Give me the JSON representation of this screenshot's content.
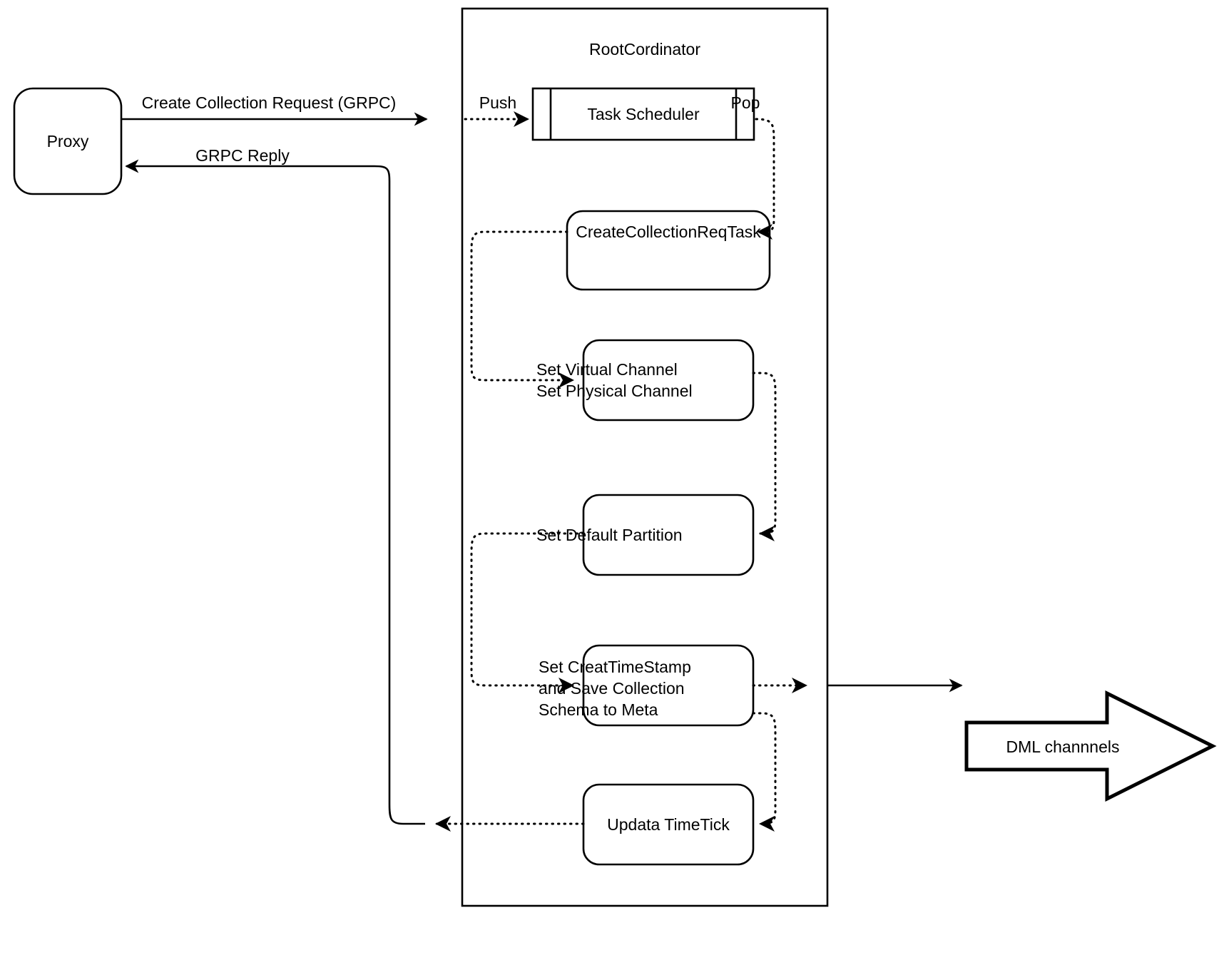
{
  "diagram": {
    "type": "flowchart",
    "title_visible": false,
    "colors": {
      "stroke": "#000000",
      "fill": "#ffffff",
      "text": "#000000"
    },
    "containers": [
      {
        "id": "rootcordinator",
        "label": "RootCordinator",
        "shape": "rectangle"
      }
    ],
    "nodes": [
      {
        "id": "proxy",
        "label": "Proxy",
        "shape": "rounded-rect"
      },
      {
        "id": "task-scheduler",
        "label": "Task Scheduler",
        "shape": "process"
      },
      {
        "id": "create-collection-req-task",
        "label": "CreateCollectionReqTask",
        "shape": "rounded-rect"
      },
      {
        "id": "set-channels",
        "label_line1": "Set Virtual Channel",
        "label_line2": "Set Physical Channel",
        "shape": "rounded-rect"
      },
      {
        "id": "set-default-partition",
        "label": "Set Default Partition",
        "shape": "rounded-rect"
      },
      {
        "id": "set-timestamp",
        "label_line1": "Set CreatTimeStamp",
        "label_line2": "and Save Collection",
        "label_line3": "Schema to Meta",
        "shape": "rounded-rect"
      },
      {
        "id": "updata-timetick",
        "label": "Updata TimeTick",
        "shape": "rounded-rect"
      },
      {
        "id": "dml-channels",
        "label": "DML channnels",
        "shape": "block-arrow-right"
      }
    ],
    "edges": [
      {
        "id": "e-request",
        "label": "Create Collection Request (GRPC)",
        "style": "solid",
        "from": "proxy",
        "to": "rootcordinator"
      },
      {
        "id": "e-push",
        "label": "Push",
        "style": "dotted",
        "from": "rootcordinator-boundary",
        "to": "task-scheduler"
      },
      {
        "id": "e-pop",
        "label": "Pop",
        "style": "dotted",
        "from": "task-scheduler",
        "to": "create-collection-req-task"
      },
      {
        "id": "e-task-to-channels",
        "label": "",
        "style": "dotted",
        "from": "create-collection-req-task",
        "to": "set-channels"
      },
      {
        "id": "e-channels-to-partition",
        "label": "",
        "style": "dotted",
        "from": "set-channels",
        "to": "set-default-partition"
      },
      {
        "id": "e-partition-to-timestamp",
        "label": "",
        "style": "dotted",
        "from": "set-default-partition",
        "to": "set-timestamp"
      },
      {
        "id": "e-timestamp-to-dml",
        "label": "",
        "style": "solid",
        "from": "set-timestamp",
        "to": "dml-channels"
      },
      {
        "id": "e-timestamp-to-timetick",
        "label": "",
        "style": "dotted",
        "from": "set-timestamp",
        "to": "updata-timetick"
      },
      {
        "id": "e-timetick-to-reply",
        "label": "",
        "style": "dotted",
        "from": "updata-timetick",
        "to": "rootcordinator-boundary"
      },
      {
        "id": "e-reply",
        "label": "GRPC Reply",
        "style": "solid",
        "from": "rootcordinator",
        "to": "proxy"
      }
    ],
    "edge_labels": {
      "create_request": "Create Collection Request (GRPC)",
      "grpc_reply": "GRPC Reply",
      "push": "Push",
      "pop": "Pop"
    }
  }
}
